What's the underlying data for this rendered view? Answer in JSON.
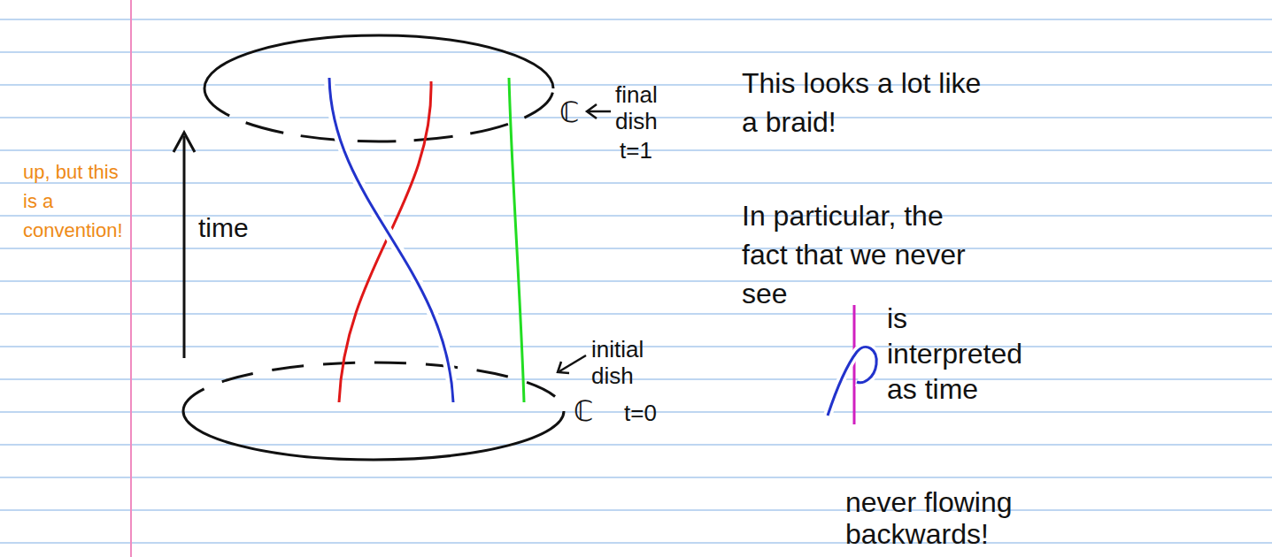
{
  "diagram": {
    "labels": [
      "ℂ",
      "final dish",
      "t=1",
      "initial dish",
      "ℂ",
      "t=0",
      "time",
      "up, but this is a convention!",
      "This looks a lot like a braid!",
      "In particular, the fact that we never see",
      "is interpreted as time",
      "never flowing backwards!"
    ]
  }
}
